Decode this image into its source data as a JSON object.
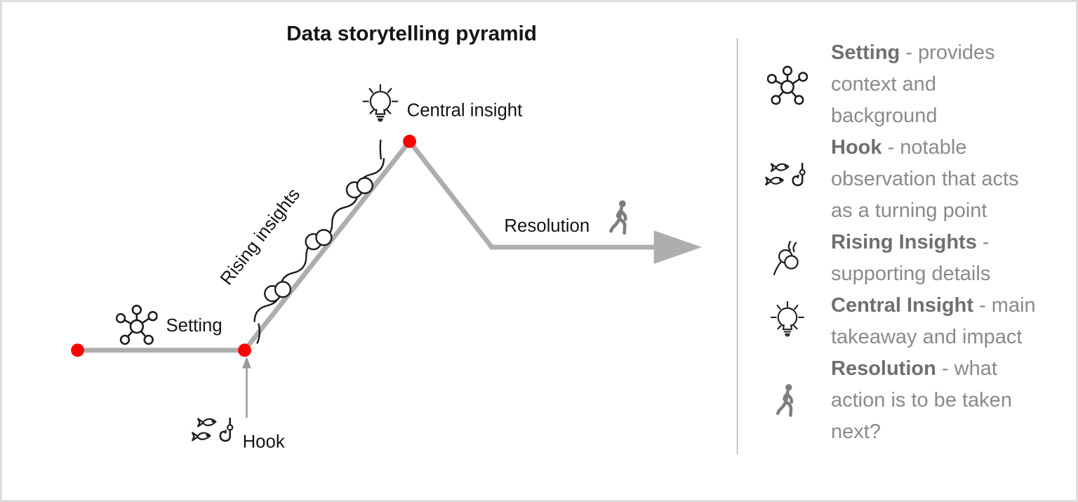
{
  "title": "Data storytelling pyramid",
  "diagram": {
    "setting_label": "Setting",
    "hook_label": "Hook",
    "rising_label": "Rising insights",
    "central_label": "Central insight",
    "resolution_label": "Resolution",
    "node_color": "#ff0000",
    "line_color": "#aeaeae"
  },
  "legend": {
    "items": [
      {
        "icon": "network-icon",
        "term": "Setting",
        "desc": "- provides context and background"
      },
      {
        "icon": "fish-hook-icon",
        "term": "Hook",
        "desc": "- notable observation that acts as a turning point"
      },
      {
        "icon": "knot-icon",
        "term": "Rising Insights",
        "desc": "- supporting details"
      },
      {
        "icon": "lightbulb-icon",
        "term": "Central Insight",
        "desc": "- main takeaway and impact"
      },
      {
        "icon": "walking-person-icon",
        "term": "Resolution",
        "desc": "- what action is to be taken next?"
      }
    ]
  }
}
